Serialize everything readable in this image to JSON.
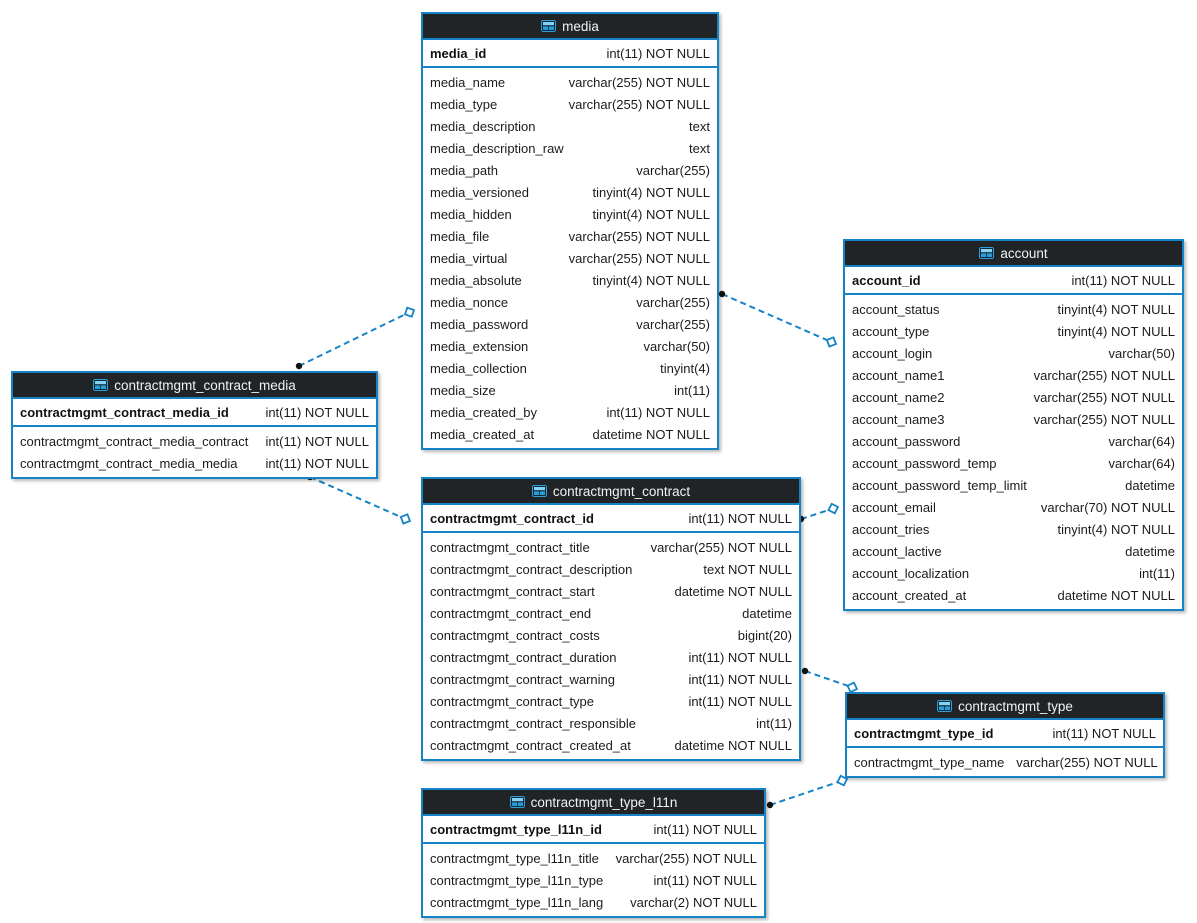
{
  "diagram": {
    "colors": {
      "accent_blue": "#1583c5",
      "header_background": "#202427",
      "header_text": "#f2f2f2",
      "row_text": "#1c1c1c",
      "canvas_background": "#ffffff"
    },
    "tables": [
      {
        "id": "media",
        "title": "media",
        "icon": "table-grid-icon",
        "primary_key": {
          "name": "media_id",
          "type": "int(11) NOT NULL"
        },
        "fields": [
          {
            "name": "media_name",
            "type": "varchar(255) NOT NULL"
          },
          {
            "name": "media_type",
            "type": "varchar(255) NOT NULL"
          },
          {
            "name": "media_description",
            "type": "text"
          },
          {
            "name": "media_description_raw",
            "type": "text"
          },
          {
            "name": "media_path",
            "type": "varchar(255)"
          },
          {
            "name": "media_versioned",
            "type": "tinyint(4) NOT NULL"
          },
          {
            "name": "media_hidden",
            "type": "tinyint(4) NOT NULL"
          },
          {
            "name": "media_file",
            "type": "varchar(255) NOT NULL"
          },
          {
            "name": "media_virtual",
            "type": "varchar(255) NOT NULL"
          },
          {
            "name": "media_absolute",
            "type": "tinyint(4) NOT NULL"
          },
          {
            "name": "media_nonce",
            "type": "varchar(255)"
          },
          {
            "name": "media_password",
            "type": "varchar(255)"
          },
          {
            "name": "media_extension",
            "type": "varchar(50)"
          },
          {
            "name": "media_collection",
            "type": "tinyint(4)"
          },
          {
            "name": "media_size",
            "type": "int(11)"
          },
          {
            "name": "media_created_by",
            "type": "int(11) NOT NULL"
          },
          {
            "name": "media_created_at",
            "type": "datetime NOT NULL"
          }
        ]
      },
      {
        "id": "account",
        "title": "account",
        "icon": "table-grid-icon",
        "primary_key": {
          "name": "account_id",
          "type": "int(11) NOT NULL"
        },
        "fields": [
          {
            "name": "account_status",
            "type": "tinyint(4) NOT NULL"
          },
          {
            "name": "account_type",
            "type": "tinyint(4) NOT NULL"
          },
          {
            "name": "account_login",
            "type": "varchar(50)"
          },
          {
            "name": "account_name1",
            "type": "varchar(255) NOT NULL"
          },
          {
            "name": "account_name2",
            "type": "varchar(255) NOT NULL"
          },
          {
            "name": "account_name3",
            "type": "varchar(255) NOT NULL"
          },
          {
            "name": "account_password",
            "type": "varchar(64)"
          },
          {
            "name": "account_password_temp",
            "type": "varchar(64)"
          },
          {
            "name": "account_password_temp_limit",
            "type": "datetime"
          },
          {
            "name": "account_email",
            "type": "varchar(70) NOT NULL"
          },
          {
            "name": "account_tries",
            "type": "tinyint(4) NOT NULL"
          },
          {
            "name": "account_lactive",
            "type": "datetime"
          },
          {
            "name": "account_localization",
            "type": "int(11)"
          },
          {
            "name": "account_created_at",
            "type": "datetime NOT NULL"
          }
        ]
      },
      {
        "id": "contractmgmt_contract_media",
        "title": "contractmgmt_contract_media",
        "icon": "table-grid-icon",
        "primary_key": {
          "name": "contractmgmt_contract_media_id",
          "type": "int(11) NOT NULL"
        },
        "fields": [
          {
            "name": "contractmgmt_contract_media_contract",
            "type": "int(11) NOT NULL"
          },
          {
            "name": "contractmgmt_contract_media_media",
            "type": "int(11) NOT NULL"
          }
        ]
      },
      {
        "id": "contractmgmt_contract",
        "title": "contractmgmt_contract",
        "icon": "table-grid-icon",
        "primary_key": {
          "name": "contractmgmt_contract_id",
          "type": "int(11) NOT NULL"
        },
        "fields": [
          {
            "name": "contractmgmt_contract_title",
            "type": "varchar(255) NOT NULL"
          },
          {
            "name": "contractmgmt_contract_description",
            "type": "text NOT NULL"
          },
          {
            "name": "contractmgmt_contract_start",
            "type": "datetime NOT NULL"
          },
          {
            "name": "contractmgmt_contract_end",
            "type": "datetime"
          },
          {
            "name": "contractmgmt_contract_costs",
            "type": "bigint(20)"
          },
          {
            "name": "contractmgmt_contract_duration",
            "type": "int(11) NOT NULL"
          },
          {
            "name": "contractmgmt_contract_warning",
            "type": "int(11) NOT NULL"
          },
          {
            "name": "contractmgmt_contract_type",
            "type": "int(11) NOT NULL"
          },
          {
            "name": "contractmgmt_contract_responsible",
            "type": "int(11)"
          },
          {
            "name": "contractmgmt_contract_created_at",
            "type": "datetime NOT NULL"
          }
        ]
      },
      {
        "id": "contractmgmt_type",
        "title": "contractmgmt_type",
        "icon": "table-grid-icon",
        "primary_key": {
          "name": "contractmgmt_type_id",
          "type": "int(11) NOT NULL"
        },
        "fields": [
          {
            "name": "contractmgmt_type_name",
            "type": "varchar(255) NOT NULL"
          }
        ]
      },
      {
        "id": "contractmgmt_type_l11n",
        "title": "contractmgmt_type_l11n",
        "icon": "table-grid-icon",
        "primary_key": {
          "name": "contractmgmt_type_l11n_id",
          "type": "int(11) NOT NULL"
        },
        "fields": [
          {
            "name": "contractmgmt_type_l11n_title",
            "type": "varchar(255) NOT NULL"
          },
          {
            "name": "contractmgmt_type_l11n_type",
            "type": "int(11) NOT NULL"
          },
          {
            "name": "contractmgmt_type_l11n_lang",
            "type": "varchar(2) NOT NULL"
          }
        ]
      }
    ],
    "relationships": [
      {
        "from": "contractmgmt_contract_media",
        "to": "media",
        "line_style": "dashed",
        "source_marker": "dot",
        "target_marker": "open-diamond"
      },
      {
        "from": "media",
        "to": "account",
        "line_style": "dashed",
        "source_marker": "dot",
        "target_marker": "open-diamond"
      },
      {
        "from": "contractmgmt_contract_media",
        "to": "contractmgmt_contract",
        "line_style": "dashed",
        "source_marker": "dot",
        "target_marker": "open-diamond"
      },
      {
        "from": "contractmgmt_contract",
        "to": "account",
        "line_style": "dashed",
        "source_marker": "dot",
        "target_marker": "open-diamond"
      },
      {
        "from": "contractmgmt_contract",
        "to": "contractmgmt_type",
        "line_style": "dashed",
        "source_marker": "dot",
        "target_marker": "open-diamond"
      },
      {
        "from": "contractmgmt_type_l11n",
        "to": "contractmgmt_type",
        "line_style": "dashed",
        "source_marker": "dot",
        "target_marker": "open-diamond"
      }
    ]
  }
}
